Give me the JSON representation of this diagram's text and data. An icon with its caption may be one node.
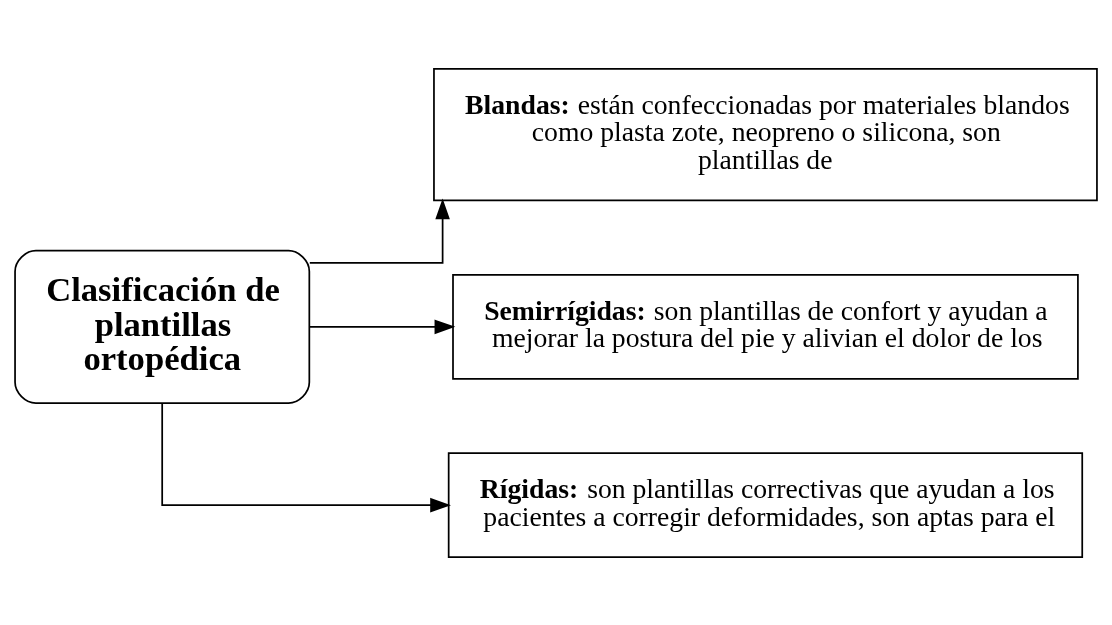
{
  "diagram": {
    "nodes": [
      {
        "text": [
          "Clasificación de plantillas ortopédica"
        ]
      },
      {
        "text": [
          "**Blandas:** están confeccionadas por materiales blandos como plasta zote, neopreno o silicona, son plantillas de"
        ]
      },
      {
        "text": [
          "**Semirrígidas:** son plantillas de confort y ayudan a mejorar la postura del pie y alivian el dolor de los"
        ]
      },
      {
        "text": [
          "**Rígidas:** son plantillas correctivas que ayudan a los pacientes a corregir deformidades, son aptas para el"
        ]
      }
    ],
    "edges": [
      {
        "from": 0,
        "to": 1,
        "arrow": "to"
      },
      {
        "from": 0,
        "to": 2,
        "arrow": "to"
      },
      {
        "from": 0,
        "to": 3,
        "arrow": "to"
      }
    ]
  }
}
